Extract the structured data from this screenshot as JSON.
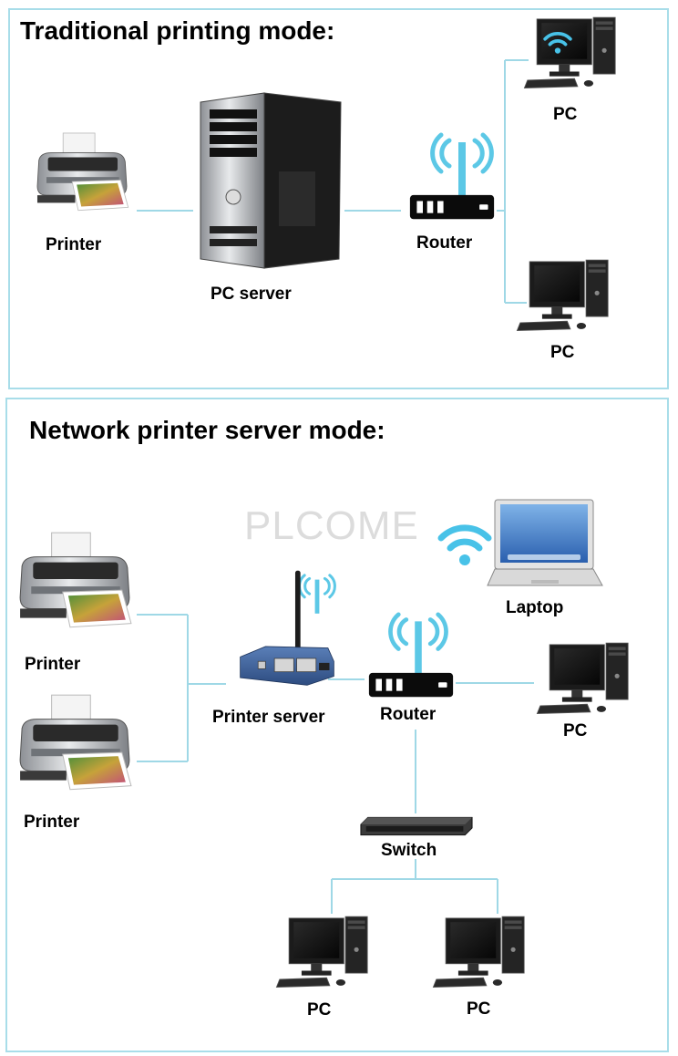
{
  "colors": {
    "line": "#9fd8e6",
    "wifi": "#5cc8e6",
    "panel_border": "#a8dde9"
  },
  "traditional": {
    "heading": "Traditional printing mode:",
    "printer_label": "Printer",
    "server_label": "PC server",
    "router_label": "Router",
    "pc_top_label": "PC",
    "pc_bottom_label": "PC"
  },
  "network": {
    "heading": "Network printer server mode:",
    "watermark": "PLCOME",
    "printer1_label": "Printer",
    "printer2_label": "Printer",
    "printer_server_label": "Printer server",
    "router_label": "Router",
    "laptop_label": "Laptop",
    "pc_right_label": "PC",
    "switch_label": "Switch",
    "pc_left_label": "PC",
    "pc_right2_label": "PC"
  },
  "icons": [
    "printer-icon",
    "server-tower-icon",
    "router-icon",
    "wifi-icon",
    "desktop-pc-icon",
    "laptop-icon",
    "printer-server-icon",
    "switch-icon"
  ]
}
